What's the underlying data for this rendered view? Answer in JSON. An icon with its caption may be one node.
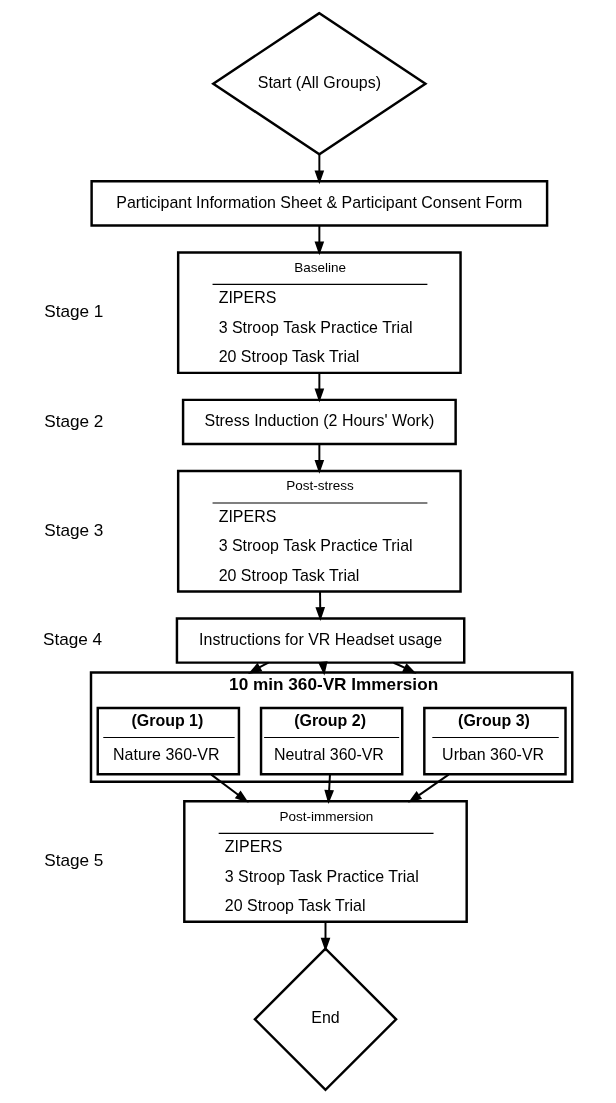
{
  "diagram": {
    "nodes": [
      {
        "text": [
          "Start (All Groups)"
        ]
      },
      {
        "text": [
          "Participant Information Sheet & Participant Consent Form"
        ]
      },
      {
        "text": [
          "Baseline",
          "ZIPERS",
          "3 Stroop Task Practice Trial",
          "20 Stroop Task Trial"
        ]
      },
      {
        "text": [
          "Stress Induction (2 Hours' Work)"
        ]
      },
      {
        "text": [
          "Post-stress",
          "ZIPERS",
          "3 Stroop Task Practice Trial",
          "20 Stroop Task Trial"
        ]
      },
      {
        "text": [
          "Instructions for VR Headset usage"
        ]
      },
      {
        "text": [
          "10 min 360-VR Immersion"
        ]
      },
      {
        "text": [
          "(Group 1)",
          "Nature 360-VR"
        ],
        "in": 6
      },
      {
        "text": [
          "(Group 2)",
          "Neutral 360-VR"
        ],
        "in": 6
      },
      {
        "text": [
          "(Group 3)",
          "Urban 360-VR"
        ],
        "in": 6
      },
      {
        "text": [
          "Post-immersion",
          "ZIPERS",
          "3 Stroop Task Practice Trial",
          "20 Stroop Task Trial"
        ]
      },
      {
        "text": [
          "End"
        ]
      }
    ],
    "edges": [
      {
        "from": 0,
        "to": 1,
        "arrow": "to"
      },
      {
        "from": 1,
        "to": 2,
        "arrow": "to"
      },
      {
        "from": 2,
        "to": 3,
        "arrow": "to"
      },
      {
        "from": 3,
        "to": 4,
        "arrow": "to"
      },
      {
        "from": 4,
        "to": 5,
        "arrow": "to"
      },
      {
        "from": 5,
        "to": 7,
        "arrow": "to"
      },
      {
        "from": 5,
        "to": 8,
        "arrow": "to"
      },
      {
        "from": 5,
        "to": 9,
        "arrow": "to"
      },
      {
        "from": 7,
        "to": 10,
        "arrow": "to"
      },
      {
        "from": 8,
        "to": 10,
        "arrow": "to"
      },
      {
        "from": 9,
        "to": 10,
        "arrow": "to"
      },
      {
        "from": 10,
        "to": 11,
        "arrow": "to"
      }
    ],
    "labels": [
      "Stage 1",
      "Stage 2",
      "Stage 3",
      "Stage 4",
      "Stage 5"
    ]
  }
}
